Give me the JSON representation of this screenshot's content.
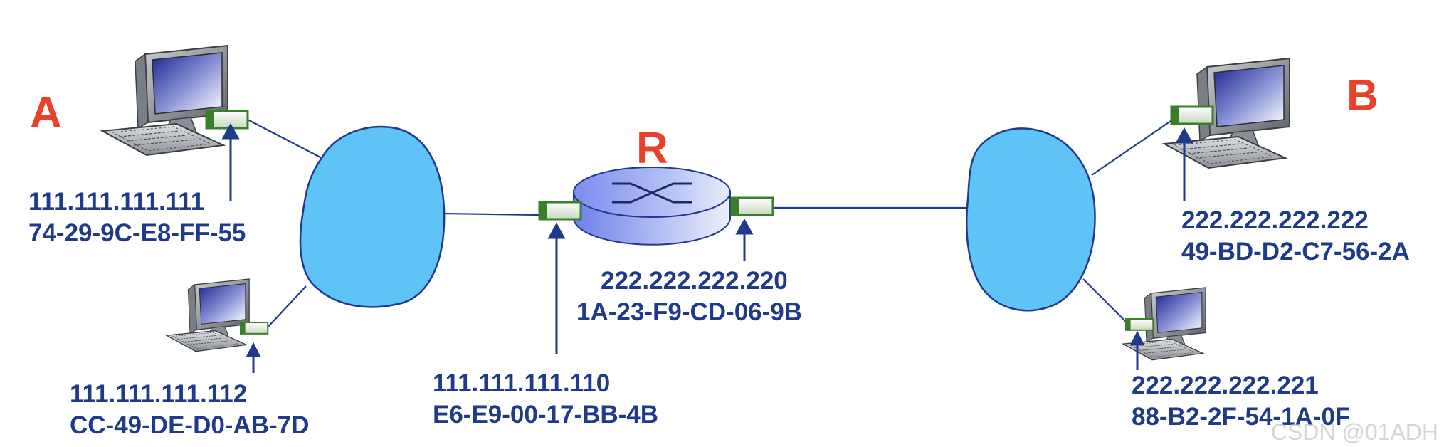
{
  "labels": {
    "host_a": "A",
    "host_b": "B",
    "router": "R"
  },
  "hosts": {
    "a": {
      "ip": "111.111.111.111",
      "mac": "74-29-9C-E8-FF-55"
    },
    "a2": {
      "ip": "111.111.111.112",
      "mac": "CC-49-DE-D0-AB-7D"
    },
    "b": {
      "ip": "222.222.222.222",
      "mac": "49-BD-D2-C7-56-2A"
    },
    "b2": {
      "ip": "222.222.222.221",
      "mac": "88-B2-2F-54-1A-0F"
    }
  },
  "router": {
    "left_interface": {
      "ip": "111.111.111.110",
      "mac": "E6-E9-00-17-BB-4B"
    },
    "right_interface": {
      "ip": "222.222.222.220",
      "mac": "1A-23-F9-CD-06-9B"
    }
  },
  "watermark": "CSDN @01ADH",
  "colors": {
    "address_text": "#1f3a8a",
    "host_label": "#e8412c",
    "cloud_fill": "#5ec3f7",
    "link_line": "#1f3a8a",
    "interface_green": "#3a7d2a"
  }
}
